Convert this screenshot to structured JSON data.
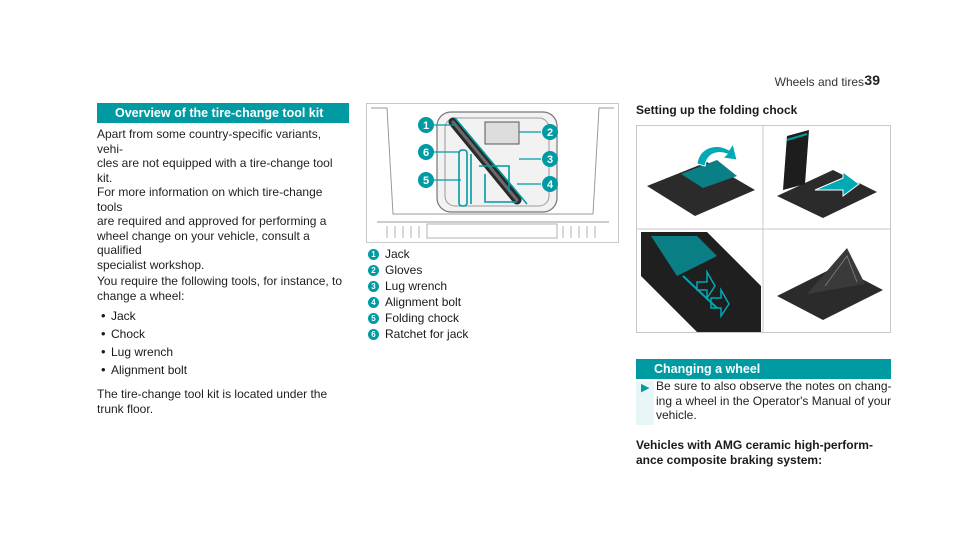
{
  "header": {
    "section": "Wheels and tires",
    "page_number": "39"
  },
  "col1": {
    "heading": "Overview of the tire-change tool kit",
    "intro_lines": [
      "Apart from some country-specific variants, vehi-",
      "cles are not equipped with a tire-change tool kit.",
      "For more information on which tire-change tools",
      "are required and approved for performing a",
      "wheel change on your vehicle, consult a qualified",
      "specialist workshop."
    ],
    "require_lines": [
      "You require the following tools, for instance, to",
      "change a wheel:"
    ],
    "tools": [
      "Jack",
      "Chock",
      "Lug wrench",
      "Alignment bolt"
    ],
    "location_lines": [
      "The tire-change tool kit is located under the",
      "trunk floor."
    ]
  },
  "col2": {
    "figure_callouts": [
      "1",
      "2",
      "3",
      "4",
      "5",
      "6"
    ],
    "legend": [
      {
        "num": "1",
        "label": "Jack"
      },
      {
        "num": "2",
        "label": "Gloves"
      },
      {
        "num": "3",
        "label": "Lug wrench"
      },
      {
        "num": "4",
        "label": "Alignment bolt"
      },
      {
        "num": "5",
        "label": "Folding chock"
      },
      {
        "num": "6",
        "label": "Ratchet for jack"
      }
    ]
  },
  "col3": {
    "chock_heading": "Setting up the folding chock",
    "changing_heading": "Changing a wheel",
    "note_lines": [
      "Be sure to also observe the notes on chang-",
      "ing a wheel in the Operator's Manual of your",
      "vehicle."
    ],
    "amg_lines": [
      "Vehicles with AMG ceramic high-perform-",
      "ance composite braking system:"
    ]
  },
  "colors": {
    "accent": "#009aa3",
    "note_bg": "#e8f6f7"
  }
}
